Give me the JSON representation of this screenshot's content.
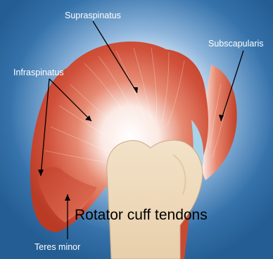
{
  "labels": {
    "supraspinatus": "Supraspinatus",
    "infraspinatus": "Infraspinatus",
    "subscapularis": "Subscapularis",
    "teres_minor": "Teres minor"
  },
  "caption": "Rotator cuff tendons",
  "colors": {
    "background_blue": "#2f6da6",
    "glow": "#ffffff",
    "muscle_red": "#c9442f",
    "muscle_dark": "#a9351f",
    "bone": "#ecd7b8",
    "bone_outline": "#c9a98a",
    "cartilage_blue": "#a8d4ea",
    "label_text": "#ffffff",
    "caption_text": "#000000"
  }
}
